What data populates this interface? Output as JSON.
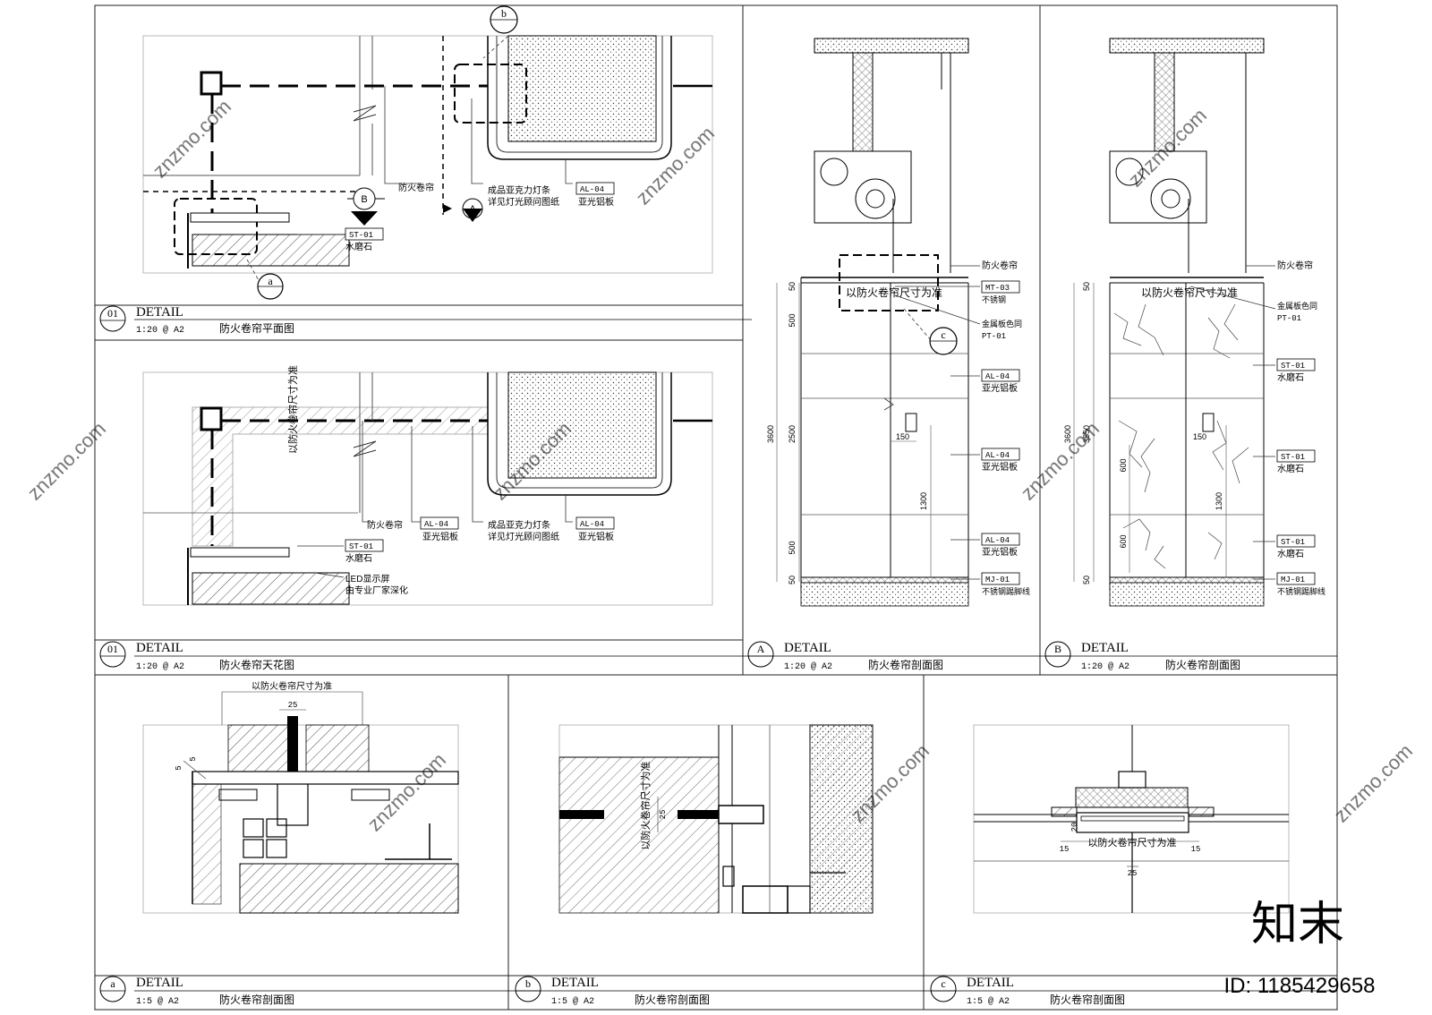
{
  "panels": {
    "p01a": {
      "number": "01",
      "detail": "DETAIL",
      "scale": "1:20 @ A2",
      "title": "防火卷帘平面图"
    },
    "p01b": {
      "number": "01",
      "detail": "DETAIL",
      "scale": "1:20 @ A2",
      "title": "防火卷帘天花图"
    },
    "pA": {
      "number": "A",
      "detail": "DETAIL",
      "scale": "1:20 @ A2",
      "title": "防火卷帘剖面图"
    },
    "pB": {
      "number": "B",
      "detail": "DETAIL",
      "scale": "1:20 @ A2",
      "title": "防火卷帘剖面图"
    },
    "pa": {
      "number": "a",
      "detail": "DETAIL",
      "scale": "1:5 @ A2",
      "title": "防火卷帘剖面图"
    },
    "pb": {
      "number": "b",
      "detail": "DETAIL",
      "scale": "1:5 @ A2",
      "title": "防火卷帘剖面图"
    },
    "pc": {
      "number": "c",
      "detail": "DETAIL",
      "scale": "1:5 @ A2",
      "title": "防火卷帘剖面图"
    }
  },
  "callouts": {
    "b": "b",
    "A": "A",
    "B": "B",
    "a": "a",
    "c": "c"
  },
  "labels": {
    "fire_shutter": "防火卷帘",
    "acrylic_light_1": "成品亚克力灯条",
    "acrylic_light_2": "详见灯光顾问图纸",
    "al04": "AL-04",
    "matte_al": "亚光铝板",
    "st01": "ST-01",
    "terrazzo": "水磨石",
    "led_1": "LED显示屏",
    "led_2": "由专业厂家深化",
    "by_shutter": "以防火卷帘尺寸为准",
    "mt03": "MT-03",
    "stainless": "不锈钢",
    "metal_same_1": "金属板色同",
    "pt01": "PT-01",
    "mj01": "MJ-01",
    "ss_skirting": "不锈钢踢脚线"
  },
  "dims": {
    "d50": "50",
    "d500": "500",
    "d2500": "2500",
    "d3600": "3600",
    "d3550": "3550",
    "d150": "150",
    "d1300": "1300",
    "d600": "600",
    "d25": "25",
    "d5": "5",
    "d20": "20",
    "d15": "15"
  },
  "watermark": {
    "brand": "知末",
    "id": "ID: 1185429658",
    "site": "znzmo.com"
  }
}
